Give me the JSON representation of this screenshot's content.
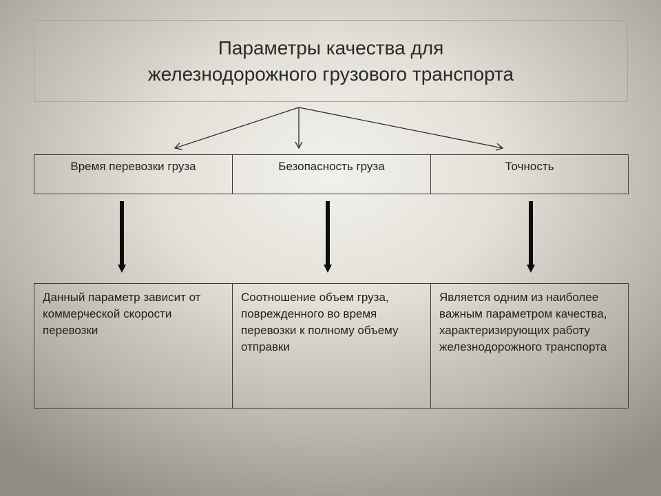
{
  "title": "Параметры качества для железнодорожного грузового транспорта",
  "parameters": [
    {
      "label": "Время перевозки груза",
      "description": "Данный параметр зависит от коммерческой скорости перевозки"
    },
    {
      "label": "Безопасность груза",
      "description": "Соотношение объем груза, поврежденного во время перевозки к полному объему отправки"
    },
    {
      "label": "Точность",
      "description": "Является одним из наиболее важным параметром качества, характеризирующих работу железнодорожного транспорта"
    }
  ]
}
